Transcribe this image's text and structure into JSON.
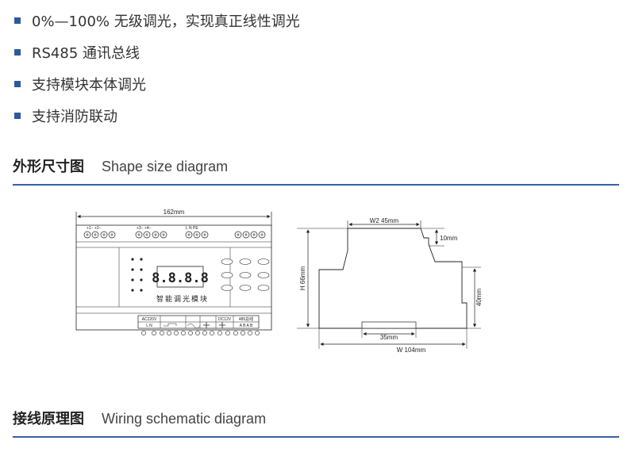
{
  "bullets": [
    "0%—100% 无级调光，实现真正线性调光",
    "RS485 通讯总线",
    "支持模块本体调光",
    "支持消防联动"
  ],
  "shape_section": {
    "title_zh": "外形尺寸图",
    "title_en": "Shape size diagram"
  },
  "wiring_section": {
    "title_zh": "接线原理图",
    "title_en": "Wiring schematic diagram"
  },
  "front_view": {
    "width_label": "162mm",
    "top_terms_1": "+1−  +2−",
    "top_terms_2": "+3−  +4−",
    "top_terms_3": "L  N  PE",
    "display": "8.8.8.8",
    "module_name": "智能调光模块",
    "ac_label": "AC220V",
    "ac_terms": "L   N",
    "dc_label": "DC12V",
    "bus_label": "485总线",
    "bus_terms": "A  B  A  B"
  },
  "side_view": {
    "w2_label": "W2  45mm",
    "h10_label": "10mm",
    "h_label": "H  66mm",
    "h40_label": "40mm",
    "rail_label": "35mm",
    "w_label": "W    104mm"
  },
  "colors": {
    "accent": "#3a5fa8",
    "bullet": "#2a5a9c"
  }
}
